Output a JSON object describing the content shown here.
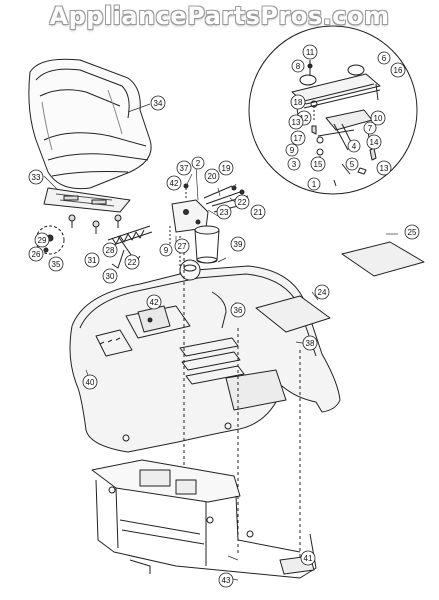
{
  "watermark": "AppliancePartsPros.com",
  "callouts": [
    {
      "id": "c34",
      "label": "34"
    },
    {
      "id": "c33",
      "label": "33"
    },
    {
      "id": "c29",
      "label": "29"
    },
    {
      "id": "c26",
      "label": "26"
    },
    {
      "id": "c35",
      "label": "35"
    },
    {
      "id": "c31",
      "label": "31"
    },
    {
      "id": "c30",
      "label": "30"
    },
    {
      "id": "c28",
      "label": "28"
    },
    {
      "id": "c22a",
      "label": "22"
    },
    {
      "id": "c9a",
      "label": "9"
    },
    {
      "id": "c27",
      "label": "27"
    },
    {
      "id": "c37",
      "label": "37"
    },
    {
      "id": "c42a",
      "label": "42"
    },
    {
      "id": "c2",
      "label": "2"
    },
    {
      "id": "c20",
      "label": "20"
    },
    {
      "id": "c19",
      "label": "19"
    },
    {
      "id": "c21",
      "label": "21"
    },
    {
      "id": "c22b",
      "label": "22"
    },
    {
      "id": "c23",
      "label": "23"
    },
    {
      "id": "c39",
      "label": "39"
    },
    {
      "id": "c42b",
      "label": "42"
    },
    {
      "id": "c40",
      "label": "40"
    },
    {
      "id": "c36",
      "label": "36"
    },
    {
      "id": "c24",
      "label": "24"
    },
    {
      "id": "c38",
      "label": "38"
    },
    {
      "id": "c25",
      "label": "25"
    },
    {
      "id": "c41",
      "label": "41"
    },
    {
      "id": "c43",
      "label": "43"
    },
    {
      "id": "c11",
      "label": "11"
    },
    {
      "id": "c8",
      "label": "8"
    },
    {
      "id": "c6",
      "label": "6"
    },
    {
      "id": "c16",
      "label": "16"
    },
    {
      "id": "c18",
      "label": "18"
    },
    {
      "id": "c12",
      "label": "12"
    },
    {
      "id": "c13a",
      "label": "13"
    },
    {
      "id": "c10",
      "label": "10"
    },
    {
      "id": "c7",
      "label": "7"
    },
    {
      "id": "c17",
      "label": "17"
    },
    {
      "id": "c14",
      "label": "14"
    },
    {
      "id": "c9b",
      "label": "9"
    },
    {
      "id": "c4",
      "label": "4"
    },
    {
      "id": "c13b",
      "label": "13"
    },
    {
      "id": "c3",
      "label": "3"
    },
    {
      "id": "c15",
      "label": "15"
    },
    {
      "id": "c1",
      "label": "1"
    },
    {
      "id": "c5",
      "label": "5"
    }
  ]
}
